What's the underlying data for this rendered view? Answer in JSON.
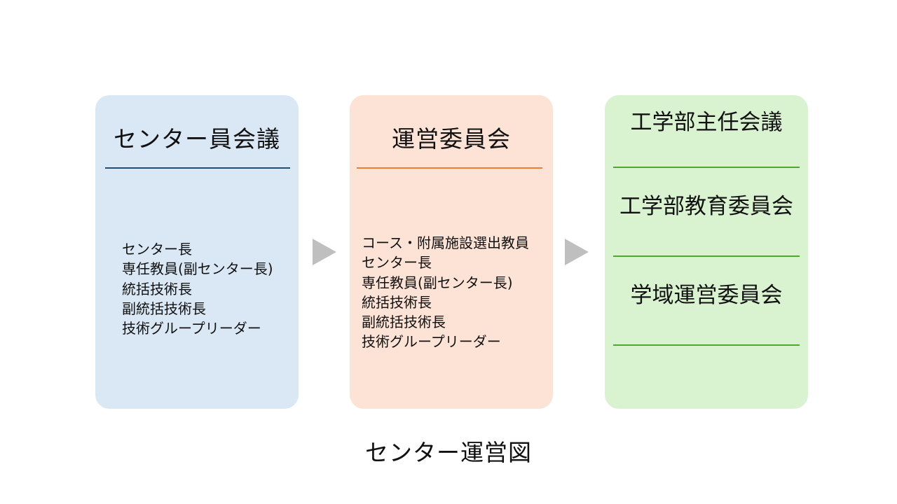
{
  "colors": {
    "card_1_fill": "#DAE8F5",
    "card_1_rule": "#1F4E79",
    "card_2_fill": "#FCE3D6",
    "card_2_rule": "#ED7D31",
    "card_3_fill": "#D9F2D0",
    "card_3_rule": "#4EA72E",
    "arrow": "#BFBFBF",
    "text": "#111111"
  },
  "icons": {
    "arrow_1": "right-triangle-arrow",
    "arrow_2": "right-triangle-arrow"
  },
  "cards": [
    {
      "title": "センター員会議",
      "members": [
        "センター長",
        "専任教員(副センター長)",
        "統括技術長",
        "副統括技術長",
        "技術グループリーダー"
      ]
    },
    {
      "title": "運営委員会",
      "members": [
        "コース・附属施設選出教員",
        "センター長",
        "専任教員(副センター長)",
        "統括技術長",
        "副統括技術長",
        "技術グループリーダー"
      ]
    },
    {
      "committees": [
        "工学部主任会議",
        "工学部教育委員会",
        "学域運営委員会"
      ]
    }
  ],
  "caption": "センター運営図"
}
